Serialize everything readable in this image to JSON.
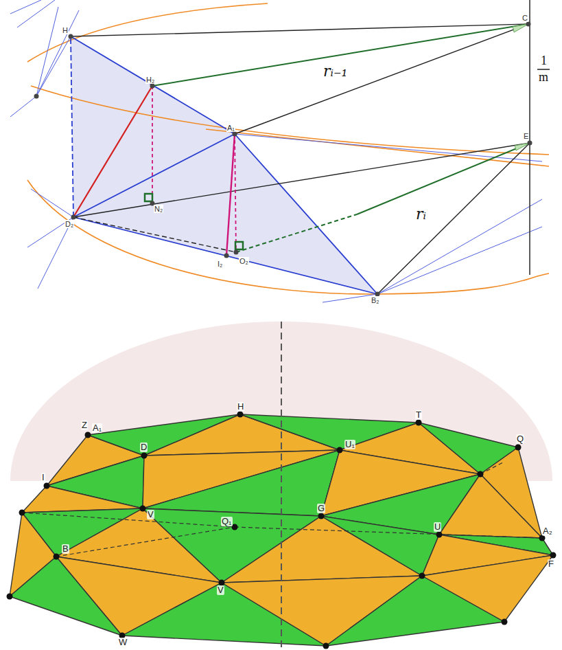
{
  "diagram": {
    "labels": [
      "H",
      "C",
      "H₂",
      "A₁",
      "E",
      "N₂",
      "D₂",
      "I₂",
      "O₂",
      "B₂",
      "rᵢ₋₁",
      "rᵢ",
      "1",
      "m",
      "Z",
      "A₁",
      "H",
      "T",
      "Q",
      "I",
      "D",
      "U₁",
      "V",
      "Q₁",
      "G",
      "U",
      "B",
      "A₂",
      "F",
      "W",
      "V"
    ]
  }
}
